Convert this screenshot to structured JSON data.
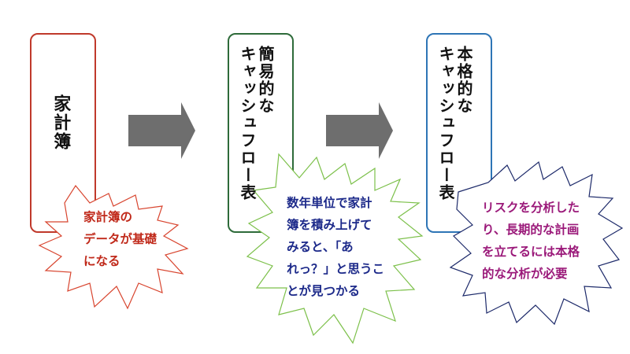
{
  "colors": {
    "box1_border": "#c0392b",
    "box2_border": "#2e6b3a",
    "box3_border": "#2e75b6",
    "arrow_fill": "#6e6e6e",
    "burst1_border": "#d8452f",
    "burst1_text": "#c0291a",
    "burst2_border": "#7cc04a",
    "burst2_text": "#1d2a8a",
    "burst3_border": "#1d2a6a",
    "burst3_text": "#9b1a7a"
  },
  "stage1": {
    "label": "家計簿",
    "note_lines": [
      "家計簿の",
      "データが基礎",
      "になる"
    ]
  },
  "stage2": {
    "label_lines": [
      "簡易的な",
      "キャッシュフロー表"
    ],
    "note_lines": [
      "数年単位で家計",
      "簿を積み上げて",
      "みると、「あ",
      "れっ？」と思うこ",
      "とが見つかる"
    ]
  },
  "stage3": {
    "label_lines": [
      "本格的な",
      "キャッシュフロー表"
    ],
    "note_lines": [
      "リスクを分析した",
      "り、長期的な計画",
      "を立てるには本格",
      "的な分析が必要"
    ]
  },
  "arrows": [
    "right-arrow",
    "right-arrow"
  ]
}
